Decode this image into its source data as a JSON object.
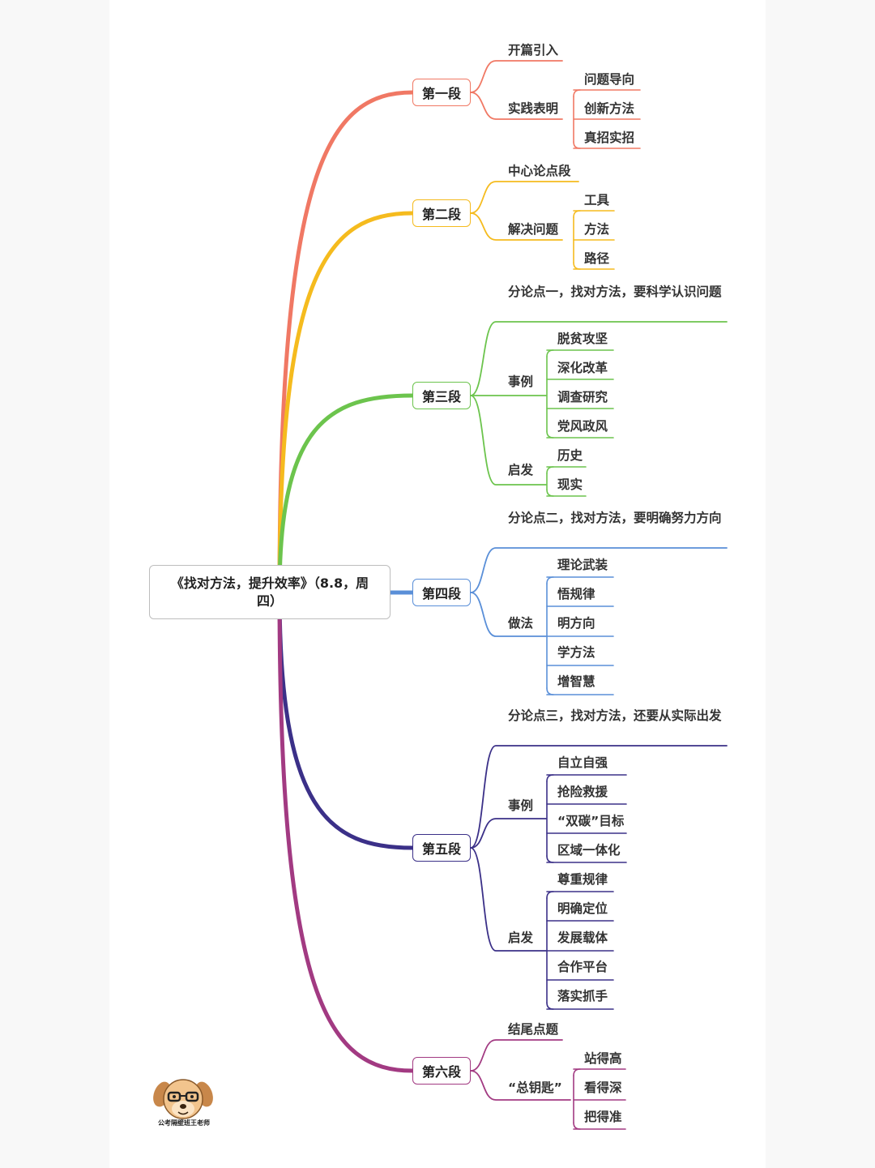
{
  "root": {
    "title": "《找对方法，提升效率》（8.8，周四）"
  },
  "colors": {
    "seg1": "#f07864",
    "seg2": "#f5bb1e",
    "seg3": "#6cc44d",
    "seg4": "#5a8fd8",
    "seg5": "#3b3088",
    "seg6": "#a23a82"
  },
  "segments": [
    {
      "label": "第一段",
      "children": [
        {
          "label": "开篇引入"
        },
        {
          "label": "实践表明",
          "children": [
            "问题导向",
            "创新方法",
            "真招实招"
          ]
        }
      ]
    },
    {
      "label": "第二段",
      "children": [
        {
          "label": "中心论点段"
        },
        {
          "label": "解决问题",
          "children": [
            "工具",
            "方法",
            "路径"
          ]
        }
      ]
    },
    {
      "label": "第三段",
      "children": [
        {
          "label": "分论点一，找对方法，要科学认识问题"
        },
        {
          "label": "事例",
          "children": [
            "脱贫攻坚",
            "深化改革",
            "调查研究",
            "党风政风"
          ]
        },
        {
          "label": "启发",
          "children": [
            "历史",
            "现实"
          ]
        }
      ]
    },
    {
      "label": "第四段",
      "children": [
        {
          "label": "分论点二，找对方法，要明确努力方向"
        },
        {
          "label": "做法",
          "children": [
            "理论武装",
            "悟规律",
            "明方向",
            "学方法",
            "增智慧"
          ]
        }
      ]
    },
    {
      "label": "第五段",
      "children": [
        {
          "label": "分论点三，找对方法，还要从实际出发"
        },
        {
          "label": "事例",
          "children": [
            "自立自强",
            "抢险救援",
            "“双碳”目标",
            "区域一体化"
          ]
        },
        {
          "label": "启发",
          "children": [
            "尊重规律",
            "明确定位",
            "发展载体",
            "合作平台",
            "落实抓手"
          ]
        }
      ]
    },
    {
      "label": "第六段",
      "children": [
        {
          "label": "结尾点题"
        },
        {
          "label": "“总钥匙”",
          "children": [
            "站得高",
            "看得深",
            "把得准"
          ]
        }
      ]
    }
  ],
  "watermark": {
    "text": "公考隔壁班王老师",
    "icon": "dog-teacher-mascot-icon"
  }
}
